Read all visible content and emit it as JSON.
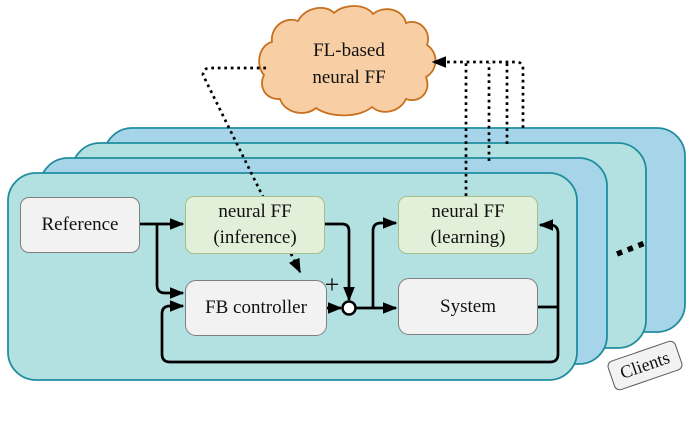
{
  "figure": {
    "cloud": {
      "line1": "FL-based",
      "line2": "neural FF"
    },
    "blocks": {
      "reference": {
        "label": "Reference"
      },
      "neural_ff_inference": {
        "line1": "neural FF",
        "line2": "(inference)"
      },
      "fb_controller": {
        "label": "FB controller"
      },
      "neural_ff_learning": {
        "line1": "neural FF",
        "line2": "(learning)"
      },
      "system": {
        "label": "System"
      }
    },
    "junction": {
      "sign": "+"
    },
    "clients_tag": {
      "label": "Clients"
    },
    "stack": {
      "client_cards": 4
    },
    "colors": {
      "card_teal": "#B3E1E1",
      "card_blue": "#A6D4E8",
      "card_border": "#208D9E",
      "cloud_fill": "#F8CFA4",
      "cloud_border": "#C8701E",
      "green_fill": "#E2EFD9",
      "green_border": "#A6BE8B",
      "gray_fill": "#F2F2F2",
      "gray_border": "#7F7F7F",
      "tag_border": "#595959",
      "junction_fill": "#FFFFFF",
      "line": "#000000"
    }
  }
}
